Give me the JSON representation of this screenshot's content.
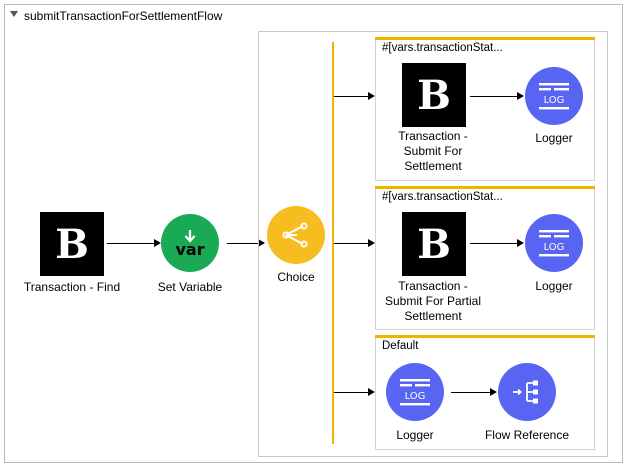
{
  "flow": {
    "name": "submitTransactionForSettlementFlow"
  },
  "nodes": {
    "find": {
      "icon": "B",
      "label": "Transaction - Find"
    },
    "set_var": {
      "icon": "var",
      "label": "Set Variable"
    },
    "choice": {
      "label": "Choice"
    }
  },
  "routes": [
    {
      "condition": "#[vars.transactionStat...",
      "connector": {
        "icon": "B",
        "label_lines": [
          "Transaction -",
          "Submit For",
          "Settlement"
        ]
      },
      "logger": {
        "icon": "LOG",
        "label": "Logger"
      }
    },
    {
      "condition": "#[vars.transactionStat...",
      "connector": {
        "icon": "B",
        "label_lines": [
          "Transaction -",
          "Submit For Partial",
          "Settlement"
        ]
      },
      "logger": {
        "icon": "LOG",
        "label": "Logger"
      }
    },
    {
      "condition": "Default",
      "logger": {
        "icon": "LOG",
        "label": "Logger"
      },
      "flow_ref": {
        "label": "Flow Reference"
      }
    }
  ],
  "colors": {
    "router": "#f0b400",
    "logger": "#5865f2",
    "set_variable": "#1aaa55",
    "choice": "#f5bd1f",
    "connector": "#000000"
  }
}
